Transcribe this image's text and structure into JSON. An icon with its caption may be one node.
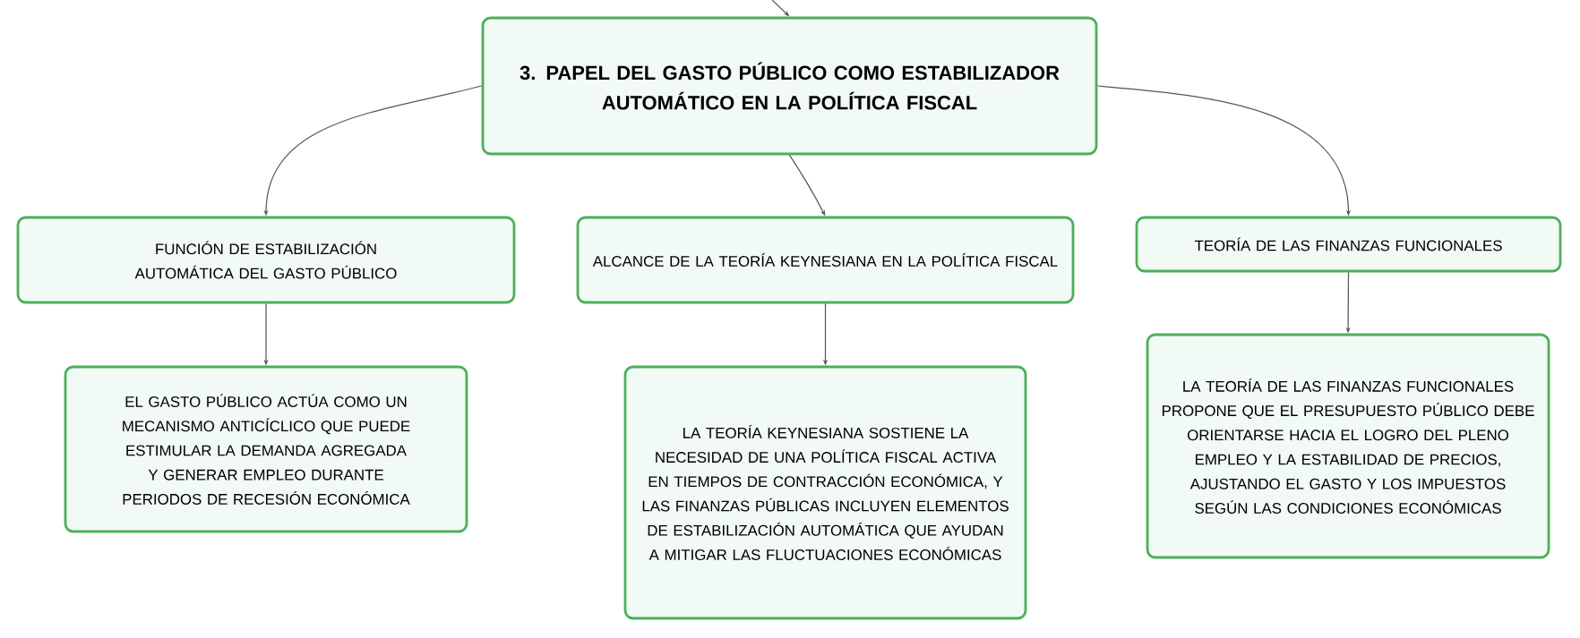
{
  "diagram": {
    "nodes": [
      {
        "text": [
          "3. PAPEL DEL GASTO PÚBLICO COMO ESTABILIZADOR AUTOMÁTICO EN LA POLÍTICA FISCAL"
        ]
      },
      {
        "text": [
          "FUNCIÓN DE ESTABILIZACIÓN AUTOMÁTICA DEL GASTO PÚBLICO"
        ]
      },
      {
        "text": [
          "ALCANCE DE LA TEORÍA KEYNESIANA EN LA POLÍTICA FISCAL"
        ]
      },
      {
        "text": [
          "TEORÍA DE LAS FINANZAS FUNCIONALES"
        ]
      },
      {
        "text": [
          "EL GASTO PÚBLICO ACTÚA COMO UN MECANISMO ANTICÍCLICO QUE PUEDE ESTIMULAR LA DEMANDA AGREGADA Y GENERAR EMPLEO DURANTE PERIODOS DE RECESIÓN ECONÓMICA"
        ]
      },
      {
        "text": [
          "LA TEORÍA KEYNESIANA SOSTIENE LA NECESIDAD DE UNA POLÍTICA FISCAL ACTIVA EN TIEMPOS DE CONTRACCIÓN ECONÓMICA, Y LAS FINANZAS PÚBLICAS INCLUYEN ELEMENTOS DE ESTABILIZACIÓN AUTOMÁTICA QUE AYUDAN A MITIGAR LAS FLUCTUACIONES ECONÓMICAS"
        ]
      },
      {
        "text": [
          "LA TEORÍA DE LAS FINANZAS FUNCIONALES PROPONE QUE EL PRESUPUESTO PÚBLICO DEBE ORIENTARSE HACIA EL LOGRO DEL PLENO EMPLEO Y LA ESTABILIDAD DE PRECIOS, AJUSTANDO EL GASTO Y LOS IMPUESTOS SEGÚN LAS CONDICIONES ECONÓMICAS"
        ]
      }
    ],
    "edges": [
      {
        "from": null,
        "to": 0,
        "arrow": "to"
      },
      {
        "from": 0,
        "to": 1,
        "arrow": "to"
      },
      {
        "from": 0,
        "to": 2,
        "arrow": "to"
      },
      {
        "from": 0,
        "to": 3,
        "arrow": "to"
      },
      {
        "from": 1,
        "to": 4,
        "arrow": "to"
      },
      {
        "from": 2,
        "to": 5,
        "arrow": "to"
      },
      {
        "from": 3,
        "to": 6,
        "arrow": "to"
      }
    ]
  }
}
